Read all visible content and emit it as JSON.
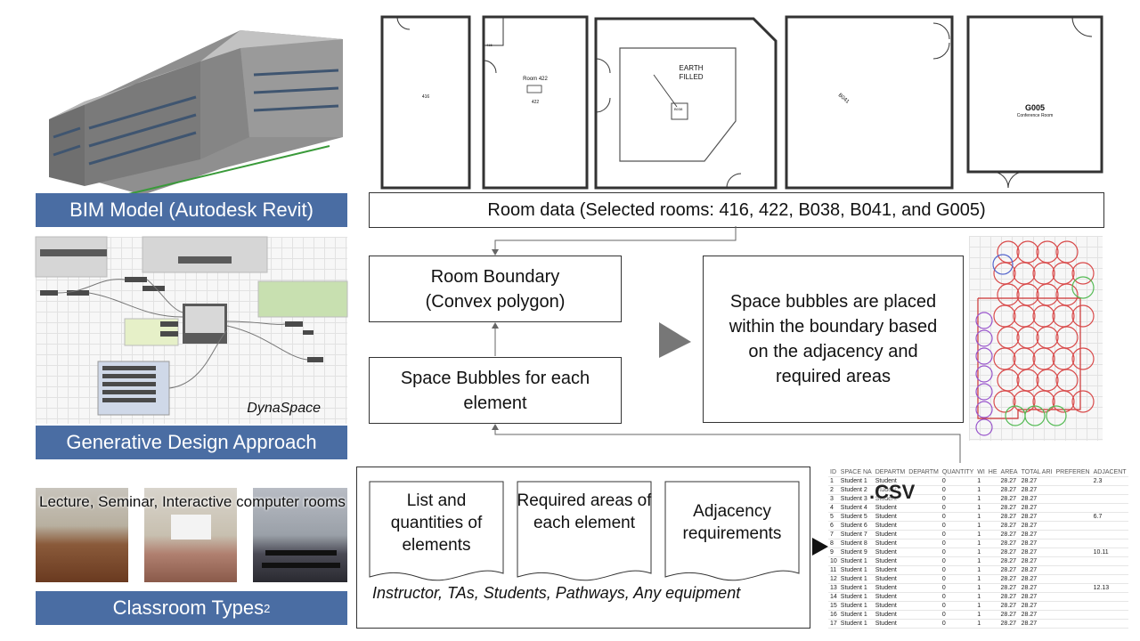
{
  "labels": {
    "bim": "BIM Model (Autodesk Revit)",
    "generative": "Generative Design Approach",
    "classroom": "Classroom Types",
    "classroom_sup": "2",
    "dynaspace": "DynaSpace",
    "classroom_caption": "Lecture, Seminar, Interactive computer rooms"
  },
  "room_data": "Room data (Selected rooms: 416, 422, B038, B041, and G005)",
  "plans": {
    "p1": "416",
    "p2_title": "Room 422",
    "p2_label": "422",
    "p2_door": "415",
    "p3_earth": "EARTH FILLED",
    "p3_label": "B038",
    "p4_label": "B041",
    "p5_title": "G005",
    "p5_sub": "Conference Room"
  },
  "boxes": {
    "boundary": "Room Boundary (Convex polygon)",
    "bubbles": "Space Bubbles for each element",
    "placed": "Space bubbles are placed within the boundary based on the adjacency and required areas"
  },
  "docs": {
    "list": "List and quantities of elements",
    "areas": "Required areas of each element",
    "adjacency": "Adjacency requirements"
  },
  "examples": "Instructor, TAs, Students, Pathways, Any equipment",
  "csv": {
    "label": ".CSV",
    "headers": [
      "ID",
      "SPACE NA",
      "DEPARTM",
      "DEPARTM",
      "QUANTITY",
      "WI",
      "HE",
      "AREA",
      "TOTAL ARI",
      "PREFEREN",
      "ADJACENT"
    ],
    "rows": [
      [
        "1",
        "Student 1",
        "Student",
        "0",
        "1",
        "28.27",
        "28.27",
        "2.3"
      ],
      [
        "2",
        "Student 2",
        "Student",
        "0",
        "1",
        "28.27",
        "28.27",
        ""
      ],
      [
        "3",
        "Student 3",
        "Student",
        "0",
        "1",
        "28.27",
        "28.27",
        ""
      ],
      [
        "4",
        "Student 4",
        "Student",
        "0",
        "1",
        "28.27",
        "28.27",
        ""
      ],
      [
        "5",
        "Student 5",
        "Student",
        "0",
        "1",
        "28.27",
        "28.27",
        "6.7"
      ],
      [
        "6",
        "Student 6",
        "Student",
        "0",
        "1",
        "28.27",
        "28.27",
        ""
      ],
      [
        "7",
        "Student 7",
        "Student",
        "0",
        "1",
        "28.27",
        "28.27",
        ""
      ],
      [
        "8",
        "Student 8",
        "Student",
        "0",
        "1",
        "28.27",
        "28.27",
        ""
      ],
      [
        "9",
        "Student 9",
        "Student",
        "0",
        "1",
        "28.27",
        "28.27",
        "10.11"
      ],
      [
        "10",
        "Student 1",
        "Student",
        "0",
        "1",
        "28.27",
        "28.27",
        ""
      ],
      [
        "11",
        "Student 1",
        "Student",
        "0",
        "1",
        "28.27",
        "28.27",
        ""
      ],
      [
        "12",
        "Student 1",
        "Student",
        "0",
        "1",
        "28.27",
        "28.27",
        ""
      ],
      [
        "13",
        "Student 1",
        "Student",
        "0",
        "1",
        "28.27",
        "28.27",
        "12.13"
      ],
      [
        "14",
        "Student 1",
        "Student",
        "0",
        "1",
        "28.27",
        "28.27",
        ""
      ],
      [
        "15",
        "Student 1",
        "Student",
        "0",
        "1",
        "28.27",
        "28.27",
        ""
      ],
      [
        "16",
        "Student 1",
        "Student",
        "0",
        "1",
        "28.27",
        "28.27",
        ""
      ],
      [
        "17",
        "Student 1",
        "Student",
        "0",
        "1",
        "28.27",
        "28.27",
        ""
      ]
    ]
  },
  "colors": {
    "label_bg": "#4a6da3",
    "bubble_red": "#d94a4a",
    "bubble_blue": "#5566cc",
    "bubble_purple": "#9955cc",
    "bubble_green": "#55bb55"
  }
}
